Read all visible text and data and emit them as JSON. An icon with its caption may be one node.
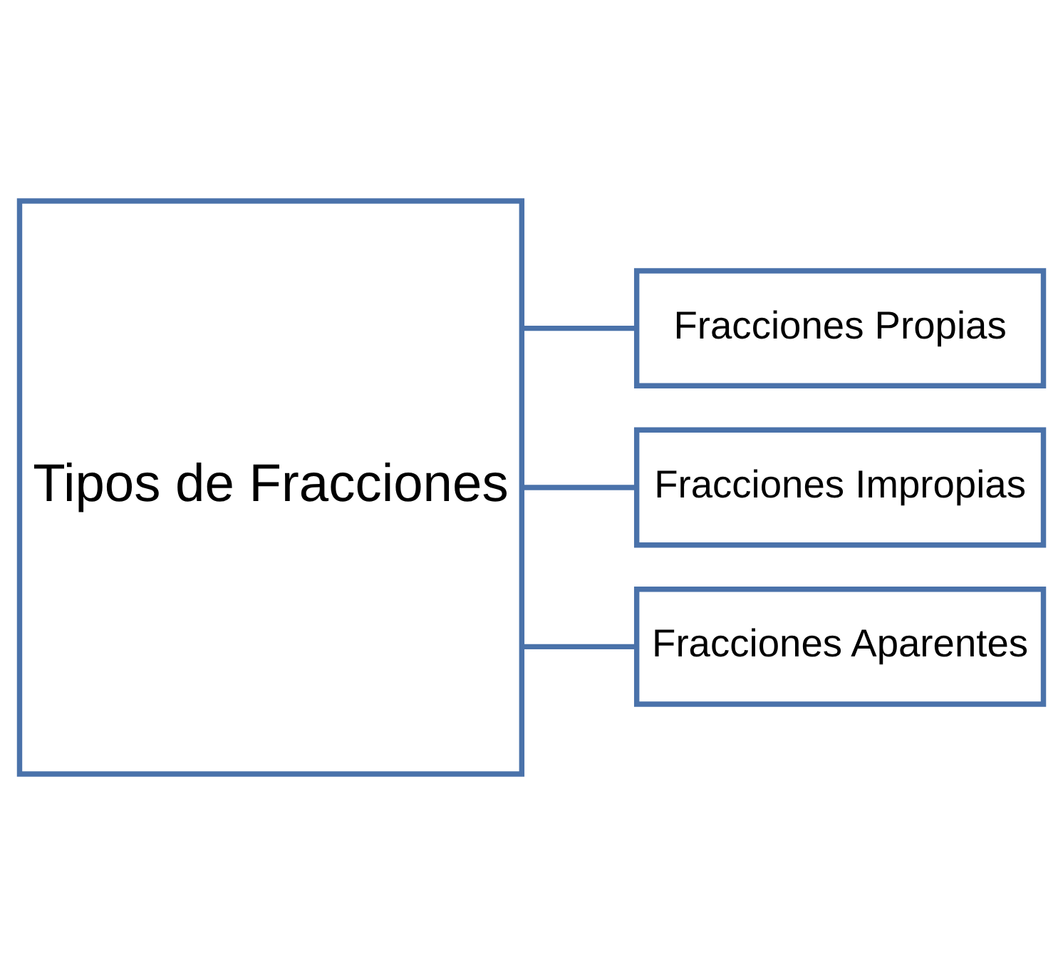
{
  "diagram": {
    "nodes": [
      {
        "text": [
          "Tipos de Fracciones"
        ]
      },
      {
        "text": [
          "Fracciones Propias"
        ]
      },
      {
        "text": [
          "Fracciones Impropias"
        ]
      },
      {
        "text": [
          "Fracciones Aparentes"
        ]
      }
    ],
    "edges": [
      {
        "from": 0,
        "to": 1,
        "arrow": "none"
      },
      {
        "from": 0,
        "to": 2,
        "arrow": "none"
      },
      {
        "from": 0,
        "to": 3,
        "arrow": "none"
      }
    ]
  }
}
